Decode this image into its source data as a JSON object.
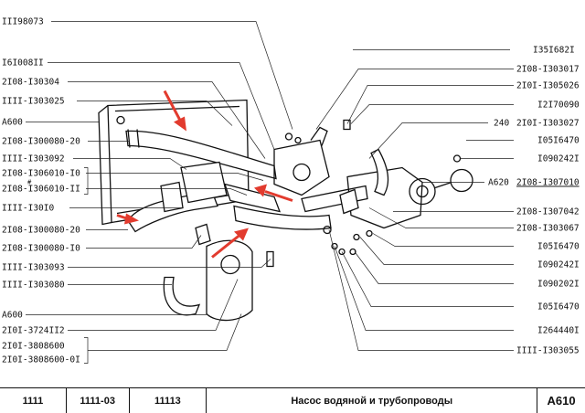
{
  "labels_left": [
    "III98073",
    "I6I008II",
    "2I08-I30304",
    "IIII-I303025",
    "A600",
    "2I08-I300080-20",
    "IIII-I303092",
    "2I08-I306010-I0",
    "2I08-I306010-II",
    "IIII-I30I0",
    "2I08-I300080-20",
    "2I08-I300080-I0",
    "IIII-I303093",
    "IIII-I303080",
    "A600",
    "2I0I-3724II2",
    "2I0I-3808600",
    "2I0I-3808600-0I"
  ],
  "labels_right": [
    "I35I682I",
    "2I08-I303017",
    "2I0I-I305026",
    "I2I70090",
    "2I0I-I303027",
    "I05I6470",
    "I090242I",
    "2I08-I307010",
    "2I08-I307042",
    "2I08-I303067",
    "I05I6470",
    "I090242I",
    "I090202I",
    "I05I6470",
    "I264440I",
    "IIII-I303055"
  ],
  "label_240": "240",
  "label_a620": "A620",
  "bracket_symbol": "#",
  "footer": {
    "model_1": "1111",
    "model_2": "1111-03",
    "model_3": "11113",
    "title": "Насос водяной и трубопроводы",
    "code": "A610"
  },
  "colors": {
    "arrow": "#e23b2e"
  }
}
